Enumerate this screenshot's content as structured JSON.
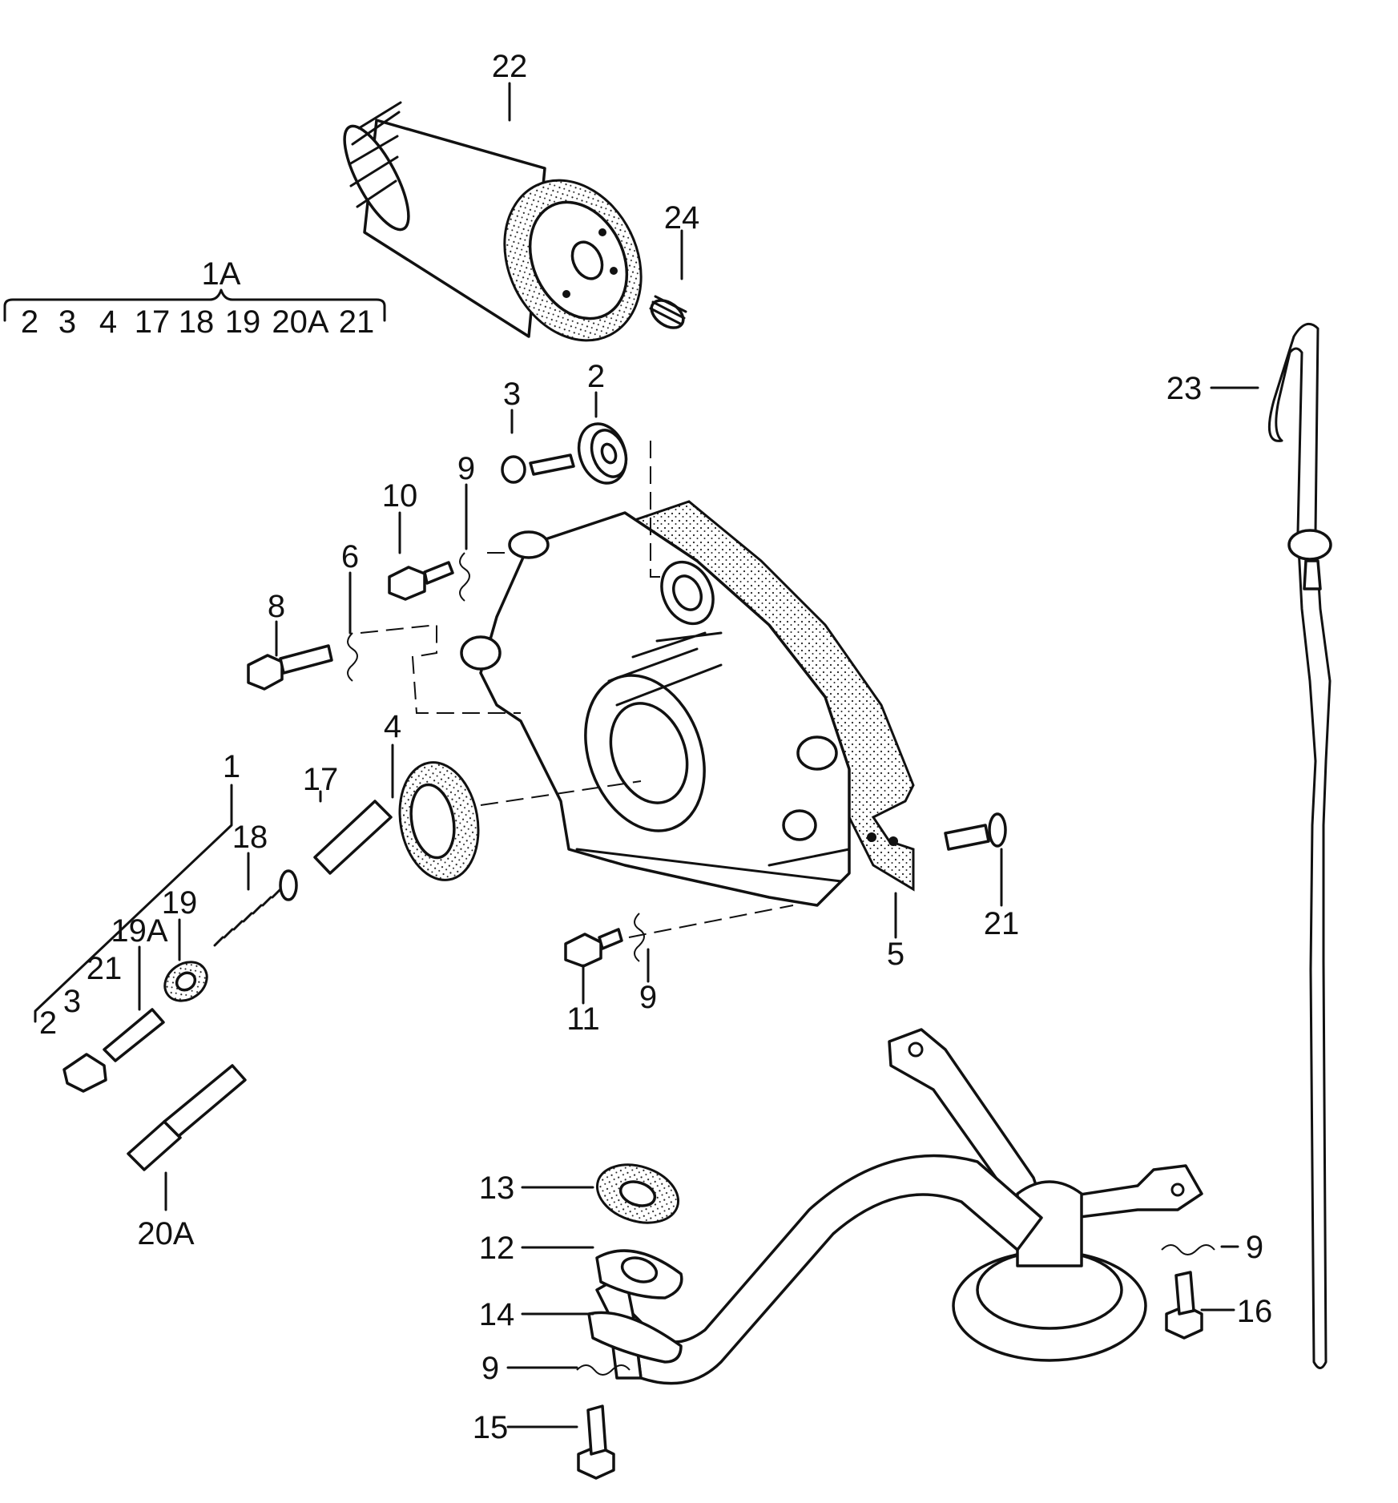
{
  "group_header": {
    "title": "1A",
    "members": [
      "2",
      "3",
      "4",
      "17",
      "18",
      "19",
      "20A",
      "21"
    ]
  },
  "labels": {
    "p1": "1",
    "p2": "2",
    "p2b": "2",
    "p3": "3",
    "p3b": "3",
    "p4": "4",
    "p5": "5",
    "p6": "6",
    "p8": "8",
    "p9a": "9",
    "p9b": "9",
    "p9c": "9",
    "p9d": "9",
    "p10": "10",
    "p11": "11",
    "p12": "12",
    "p13": "13",
    "p14": "14",
    "p15": "15",
    "p16": "16",
    "p17": "17",
    "p18": "18",
    "p19": "19",
    "p19a": "19A",
    "p20a": "20A",
    "p21": "21",
    "p21b": "21",
    "p22": "22",
    "p23": "23",
    "p24": "24"
  }
}
